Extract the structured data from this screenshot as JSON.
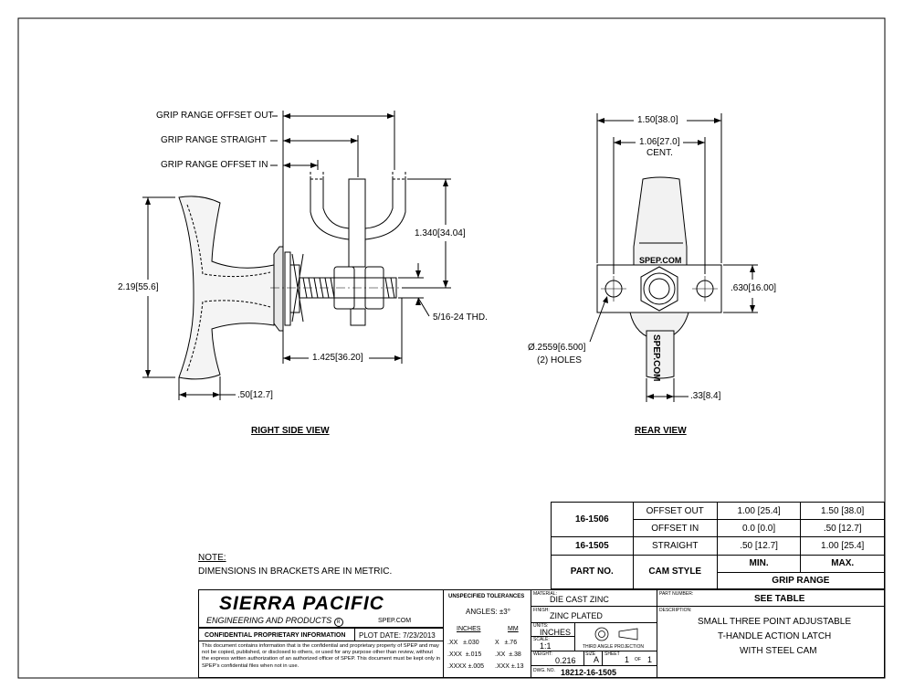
{
  "dims": {
    "grip_offset_out": "GRIP RANGE OFFSET OUT",
    "grip_straight": "GRIP RANGE STRAIGHT",
    "grip_offset_in": "GRIP RANGE OFFSET IN",
    "d_219": "2.19",
    "d_219_mm": "55.6",
    "d_1340": "1.340",
    "d_1340_mm": "34.04",
    "thread": "5/16-24 THD.",
    "d_1425": "1.425",
    "d_1425_mm": "36.20",
    "d_50": ".50",
    "d_50_mm": "12.7",
    "d_150": "1.50",
    "d_150_mm": "38.0",
    "d_106": "1.06",
    "d_106_mm": "27.0",
    "cent": "CENT.",
    "d_630": ".630",
    "d_630_mm": "16.00",
    "hole_dia": "Ø.2559",
    "hole_dia_mm": "6.500",
    "holes": "(2) HOLES",
    "d_33": ".33",
    "d_33_mm": "8.4",
    "spep_top": "SPEP.COM",
    "spep_cam": "SPEP.COM"
  },
  "views": {
    "right": "RIGHT SIDE VIEW",
    "rear": "REAR VIEW"
  },
  "note": {
    "title": "NOTE:",
    "text": "DIMENSIONS IN BRACKETS ARE IN METRIC."
  },
  "grip_table": {
    "r1": [
      "16-1506",
      "OFFSET OUT",
      "1.00 [25.4]",
      "1.50 [38.0]"
    ],
    "r2": [
      "OFFSET IN",
      "0.0 [0.0]",
      ".50 [12.7]"
    ],
    "r3": [
      "16-1505",
      "STRAIGHT",
      ".50 [12.7]",
      "1.00 [25.4]"
    ],
    "h1": [
      "PART NO.",
      "CAM STYLE",
      "MIN.",
      "MAX."
    ],
    "h2": "GRIP RANGE"
  },
  "title_block": {
    "company": "SIERRA PACIFIC",
    "company_sub": "ENGINEERING AND PRODUCTS",
    "reg": "R",
    "website": "SPEP.COM",
    "confidential": "CONFIDENTIAL PROPRIETARY INFORMATION",
    "plot_date": "PLOT DATE: 7/23/2013",
    "legal": "This document contains information that is the confidential and proprietary property of SPEP and may not be copied, published, or disclosed to others, or used for any purpose other than review, without the express written authorization of an authorized officer of SPEP. This document must be kept only in SPEP's confidential files when not in use.",
    "tol_title": "UNSPECIFIED TOLERANCES",
    "angles": "ANGLES: ±3°",
    "inches_h": "INCHES",
    "mm_h": "MM",
    "tol": [
      [
        ".XX",
        "±.030",
        "X",
        "±.76"
      ],
      [
        ".XXX",
        "±.015",
        ".XX",
        "±.38"
      ],
      [
        ".XXXX",
        "±.005",
        ".XXX",
        "±.13"
      ]
    ],
    "material_l": "MATERIAL:",
    "material": "DIE CAST ZINC",
    "finish_l": "FINISH:",
    "finish": "ZINC PLATED",
    "units_l": "UNITS:",
    "units": "INCHES",
    "scale_l": "SCALE:",
    "scale": "1:1",
    "projection": "THIRD ANGLE PROJECTION",
    "weight_l": "WEIGHT:",
    "weight": "0.216",
    "size_l": "SIZE",
    "size": "A",
    "sheet_l": "SHEET",
    "sheet": "1",
    "of_l": "OF",
    "sheets": "1",
    "dwg_l": "DWG. NO.",
    "dwg": "18212-16-1505",
    "part_l": "PART NUMBER:",
    "part": "SEE TABLE",
    "desc_l": "DESCRIPTION:",
    "desc1": "SMALL THREE POINT ADJUSTABLE",
    "desc2": "T-HANDLE ACTION LATCH",
    "desc3": "WITH STEEL CAM"
  }
}
